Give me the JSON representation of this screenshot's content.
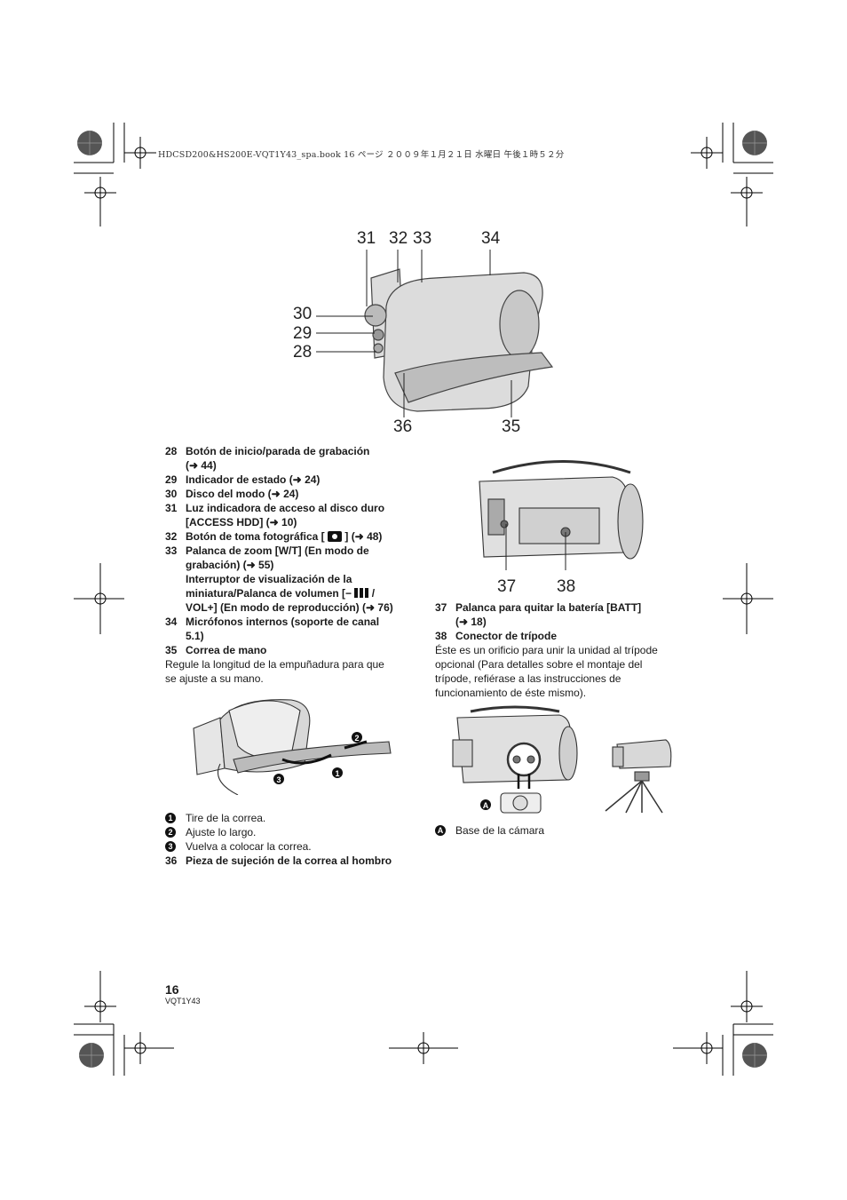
{
  "header": {
    "text": "HDCSD200&HS200E-VQT1Y43_spa.book  16 ページ  ２００９年１月２１日  水曜日  午後１時５２分"
  },
  "callouts_top": {
    "c31": "31",
    "c32": "32",
    "c33": "33",
    "c34": "34",
    "c30": "30",
    "c29": "29",
    "c28": "28",
    "c36": "36",
    "c35": "35"
  },
  "callouts_bottom": {
    "c37": "37",
    "c38": "38"
  },
  "left_items": {
    "i28": {
      "num": "28",
      "line1": "Botón de inicio/parada de grabación",
      "line2": "(➜ 44)"
    },
    "i29": {
      "num": "29",
      "text": "Indicador de estado (➜ 24)"
    },
    "i30": {
      "num": "30",
      "text": "Disco del modo (➜ 24)"
    },
    "i31": {
      "num": "31",
      "line1": "Luz indicadora de acceso al disco duro",
      "line2": "[ACCESS HDD] (➜ 10)"
    },
    "i32": {
      "num": "32",
      "pre": "Botón de toma fotográfica [",
      "post": "] (➜ 48)"
    },
    "i33": {
      "num": "33",
      "line1": "Palanca de zoom [W/T] (En modo de",
      "line2": "grabación) (➜ 55)",
      "line3": "Interruptor de visualización de la",
      "line4a": "miniatura/Palanca de volumen [−",
      "line4b": "/",
      "line5": "VOL+] (En modo de reproducción) (➜ 76)"
    },
    "i34": {
      "num": "34",
      "line1": "Micrófonos internos (soporte de canal",
      "line2": "5.1)"
    },
    "i35": {
      "num": "35",
      "text": "Correa de mano"
    },
    "desc1": "Regule la longitud de la empuñadura para que",
    "desc2": "se ajuste a su mano."
  },
  "steps": {
    "s1": {
      "mark": "1",
      "text": "Tire de la correa."
    },
    "s2": {
      "mark": "2",
      "text": "Ajuste lo largo."
    },
    "s3": {
      "mark": "3",
      "text": "Vuelva a colocar la correa."
    }
  },
  "i36": {
    "num": "36",
    "text": "Pieza de sujeción de la correa al hombro"
  },
  "right_items": {
    "i37": {
      "num": "37",
      "line1": "Palanca para quitar la batería [BATT]",
      "line2": "(➜ 18)"
    },
    "i38": {
      "num": "38",
      "text": "Conector de trípode"
    },
    "desc1": "Éste es un orificio para unir la unidad al trípode",
    "desc2": "opcional (Para detalles sobre el montaje del",
    "desc3": "trípode, refiérase a las instrucciones de",
    "desc4": "funcionamiento de éste mismo)."
  },
  "figure_labels": {
    "a_mark": "A",
    "a_caption": "Base de la cámara"
  },
  "footer": {
    "page_number": "16",
    "code": "VQT1Y43"
  }
}
